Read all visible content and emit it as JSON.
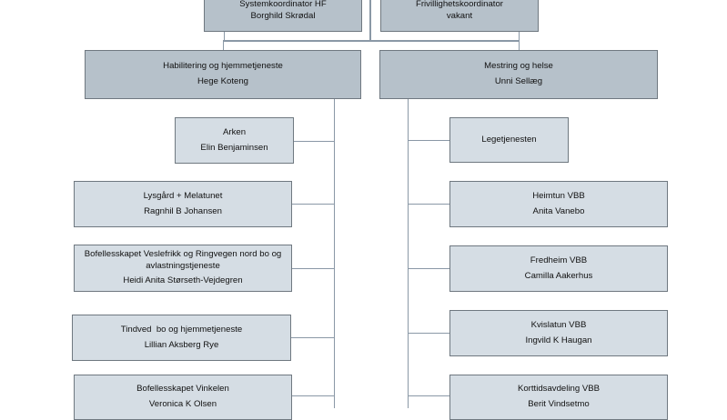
{
  "org_chart": {
    "top_boxes": [
      {
        "title": "Systemkoordinator HF",
        "name": "Borghild Skrødal"
      },
      {
        "title": "Frivillighetskoordinator",
        "name": "vakant"
      }
    ],
    "departments": [
      {
        "title": "Habilitering og hjemmetjeneste",
        "name": "Hege Koteng",
        "units": [
          {
            "title": "Arken",
            "name": "Elin Benjaminsen"
          },
          {
            "title": "Lysgård + Melatunet",
            "name": "Ragnhil B Johansen"
          },
          {
            "title": "Bofellesskapet Veslefrikk og Ringvegen nord bo og avlastningstjeneste",
            "name": "Heidi Anita Størseth-Vejdegren"
          },
          {
            "title": "Tindved  bo og hjemmetjeneste",
            "name": "Lillian Aksberg Rye"
          },
          {
            "title": "Bofellesskapet Vinkelen",
            "name": "Veronica K Olsen"
          }
        ]
      },
      {
        "title": "Mestring og helse",
        "name": "Unni Sellæg",
        "units": [
          {
            "title": "Legetjenesten",
            "name": ""
          },
          {
            "title": "Heimtun VBB",
            "name": "Anita Vanebo"
          },
          {
            "title": "Fredheim VBB",
            "name": "Camilla Aakerhus"
          },
          {
            "title": "Kvislatun VBB",
            "name": "Ingvild K Haugan"
          },
          {
            "title": "Korttidsavdeling VBB",
            "name": "Berit Vindsetmo"
          }
        ]
      }
    ]
  }
}
